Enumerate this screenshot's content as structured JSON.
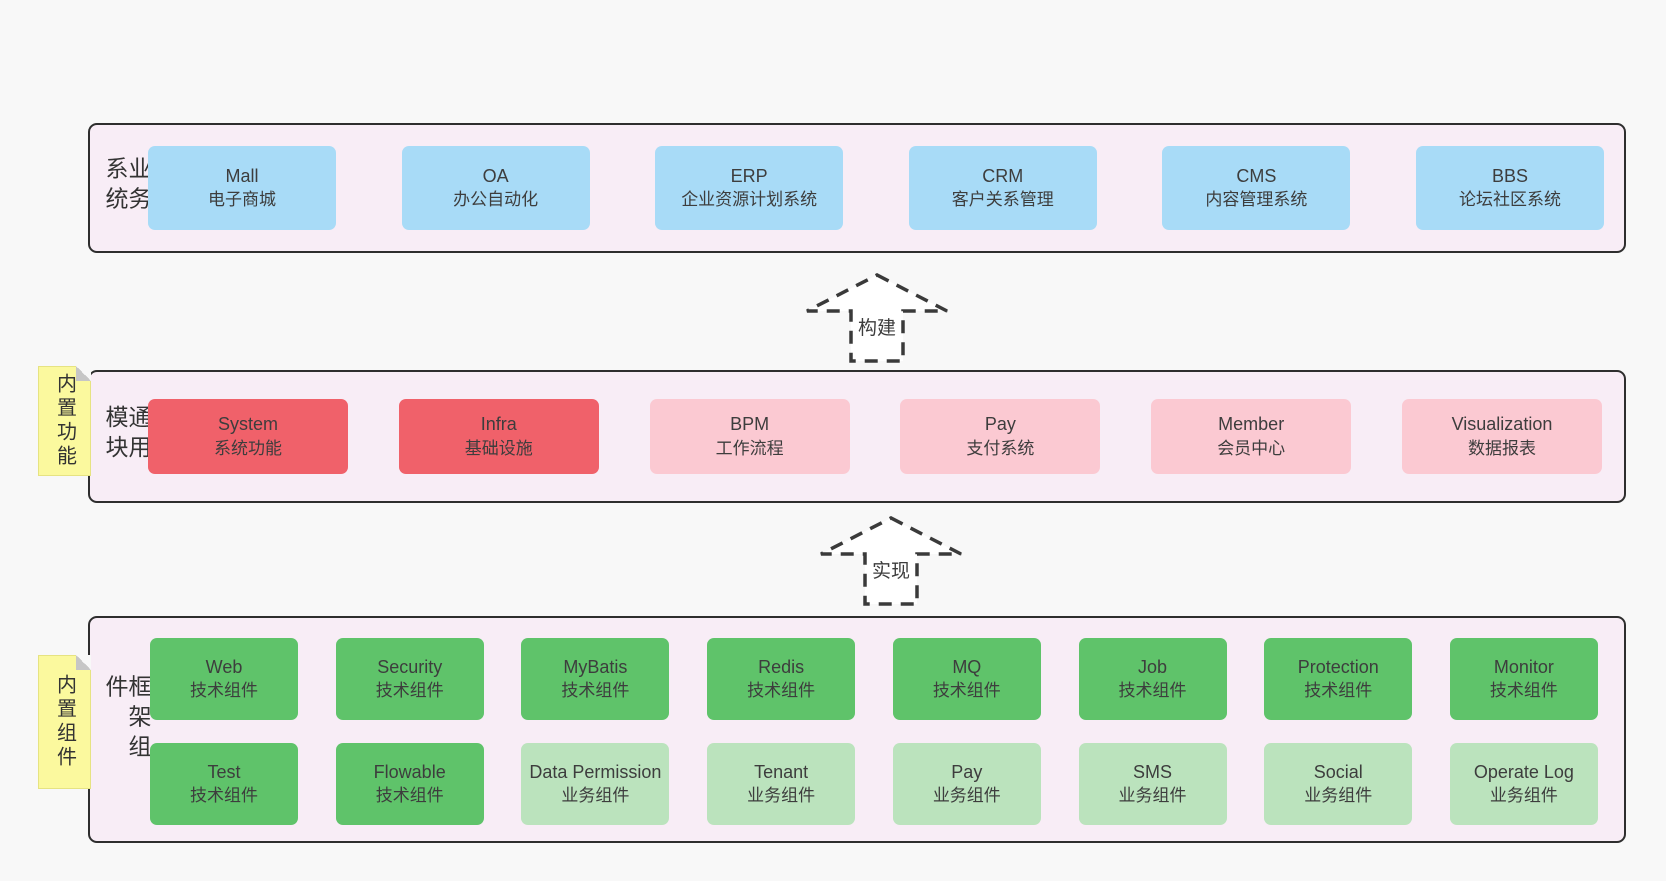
{
  "colors": {
    "blue": "#a8dbf7",
    "red": "#f0616a",
    "pink": "#fbc9d2",
    "green": "#5fc36a",
    "lightgreen": "#bbe3bd",
    "container_bg": "#f8edf6",
    "container_border": "#2e2e2e",
    "sticky_yellow": "#fbf99e",
    "page_bg": "#f8f8f8"
  },
  "rows": [
    {
      "label": "业务系统",
      "boxes": [
        {
          "title": "Mall",
          "subtitle": "电子商城",
          "variant": "blue"
        },
        {
          "title": "OA",
          "subtitle": "办公自动化",
          "variant": "blue"
        },
        {
          "title": "ERP",
          "subtitle": "企业资源计划系统",
          "variant": "blue"
        },
        {
          "title": "CRM",
          "subtitle": "客户关系管理",
          "variant": "blue"
        },
        {
          "title": "CMS",
          "subtitle": "内容管理系统",
          "variant": "blue"
        },
        {
          "title": "BBS",
          "subtitle": "论坛社区系统",
          "variant": "blue"
        }
      ]
    },
    {
      "label": "通用模块",
      "boxes": [
        {
          "title": "System",
          "subtitle": "系统功能",
          "variant": "red"
        },
        {
          "title": "Infra",
          "subtitle": "基础设施",
          "variant": "red"
        },
        {
          "title": "BPM",
          "subtitle": "工作流程",
          "variant": "pink"
        },
        {
          "title": "Pay",
          "subtitle": "支付系统",
          "variant": "pink"
        },
        {
          "title": "Member",
          "subtitle": "会员中心",
          "variant": "pink"
        },
        {
          "title": "Visualization",
          "subtitle": "数据报表",
          "variant": "pink"
        }
      ]
    },
    {
      "label": "框架组件",
      "boxes_row1": [
        {
          "title": "Web",
          "subtitle": "技术组件",
          "variant": "green"
        },
        {
          "title": "Security",
          "subtitle": "技术组件",
          "variant": "green"
        },
        {
          "title": "MyBatis",
          "subtitle": "技术组件",
          "variant": "green"
        },
        {
          "title": "Redis",
          "subtitle": "技术组件",
          "variant": "green"
        },
        {
          "title": "MQ",
          "subtitle": "技术组件",
          "variant": "green"
        },
        {
          "title": "Job",
          "subtitle": "技术组件",
          "variant": "green"
        },
        {
          "title": "Protection",
          "subtitle": "技术组件",
          "variant": "green"
        },
        {
          "title": "Monitor",
          "subtitle": "技术组件",
          "variant": "green"
        }
      ],
      "boxes_row2": [
        {
          "title": "Test",
          "subtitle": "技术组件",
          "variant": "green"
        },
        {
          "title": "Flowable",
          "subtitle": "技术组件",
          "variant": "green"
        },
        {
          "title": "Data Permission",
          "subtitle": "业务组件",
          "variant": "lightgreen"
        },
        {
          "title": "Tenant",
          "subtitle": "业务组件",
          "variant": "lightgreen"
        },
        {
          "title": "Pay",
          "subtitle": "业务组件",
          "variant": "lightgreen"
        },
        {
          "title": "SMS",
          "subtitle": "业务组件",
          "variant": "lightgreen"
        },
        {
          "title": "Social",
          "subtitle": "业务组件",
          "variant": "lightgreen"
        },
        {
          "title": "Operate Log",
          "subtitle": "业务组件",
          "variant": "lightgreen"
        }
      ]
    }
  ],
  "stickies": [
    {
      "label": "内置功能"
    },
    {
      "label": "内置组件"
    }
  ],
  "arrows": [
    {
      "label": "构建"
    },
    {
      "label": "实现"
    }
  ]
}
